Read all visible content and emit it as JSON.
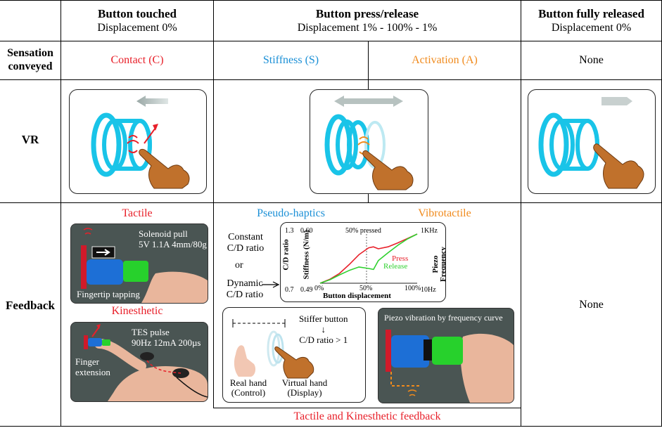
{
  "header": {
    "col1_title": "Button touched",
    "col1_sub": "Displacement 0%",
    "col2_title": "Button press/release",
    "col2_sub": "Displacement 1% - 100% - 1%",
    "col3_title": "Button fully released",
    "col3_sub": "Displacement 0%"
  },
  "rows": {
    "sensation_line1": "Sensation",
    "sensation_line2": "conveyed",
    "vr": "VR",
    "feedback": "Feedback"
  },
  "sensation": {
    "contact": "Contact (C)",
    "stiffness": "Stiffness (S)",
    "activation": "Activation (A)",
    "none": "None"
  },
  "feedback": {
    "tactile": "Tactile",
    "solenoid_line1": "Solenoid pull",
    "solenoid_line2": "5V 1.1A 4mm/80g",
    "fingertip": "Fingertip tapping",
    "kinesthetic": "Kinesthetic",
    "tes_line1": "TES pulse",
    "tes_line2": "90Hz 12mA 200µs",
    "finger_line1": "Finger",
    "finger_line2": "extension",
    "pseudo": "Pseudo-haptics",
    "vibro": "Vibrotactile",
    "constant_line1": "Constant",
    "constant_line2": "C/D ratio",
    "or": "or",
    "dynamic_line1": "Dynamic",
    "dynamic_line2": "C/D ratio",
    "stiffer_line1": "Stiffer button",
    "stiffer_arrow": "↓",
    "stiffer_line2": "C/D ratio > 1",
    "real_line1": "Real hand",
    "real_line2": "(Control)",
    "virtual_line1": "Virtual hand",
    "virtual_line2": "(Display)",
    "piezo": "Piezo vibration by frequency curve",
    "bottom": "Tactile and Kinesthetic feedback",
    "none": "None"
  },
  "chart_data": {
    "type": "line",
    "xlabel": "Button displacement",
    "x_ticks": [
      "0%",
      "50%",
      "100%"
    ],
    "left_axis1_label": "C/D ratio",
    "left_axis1_ticks": [
      "1.3",
      "0.7"
    ],
    "left_axis2_label": "Stiffness (N/m)",
    "left_axis2_ticks": [
      "0.60",
      "0.49"
    ],
    "right_axis_label": "Piezo Frequency",
    "right_axis_ticks": [
      "1KHz",
      "10Hz"
    ],
    "annotation": "50% pressed",
    "x": [
      0,
      10,
      20,
      30,
      40,
      50,
      55,
      60,
      70,
      80,
      90,
      100
    ],
    "series": [
      {
        "name": "Press",
        "color": "#e8202a",
        "values": [
          0,
          0.08,
          0.2,
          0.38,
          0.58,
          0.72,
          0.74,
          0.7,
          0.74,
          0.82,
          0.91,
          1.0
        ]
      },
      {
        "name": "Release",
        "color": "#2fd12f",
        "values": [
          0,
          0.07,
          0.17,
          0.26,
          0.33,
          0.3,
          0.28,
          0.46,
          0.62,
          0.77,
          0.9,
          1.0
        ]
      }
    ],
    "xlim": [
      0,
      100
    ],
    "ylim": [
      0,
      1
    ]
  }
}
